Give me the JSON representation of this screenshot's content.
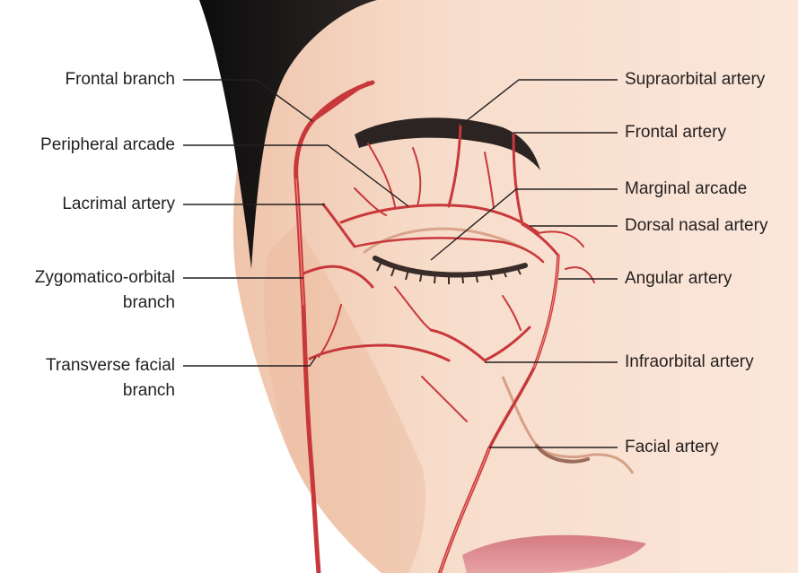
{
  "figure": {
    "left_labels": [
      {
        "id": "frontal-branch",
        "text": "Frontal branch"
      },
      {
        "id": "peripheral-arcade",
        "text": "Peripheral arcade"
      },
      {
        "id": "lacrimal-artery",
        "text": "Lacrimal artery"
      },
      {
        "id": "zygomatico-orbital-branch",
        "line1": "Zygomatico-orbital",
        "line2": "branch"
      },
      {
        "id": "transverse-facial-branch",
        "line1": "Transverse facial",
        "line2": "branch"
      }
    ],
    "right_labels": [
      {
        "id": "supraorbital-artery",
        "text": "Supraorbital artery"
      },
      {
        "id": "frontal-artery",
        "text": "Frontal artery"
      },
      {
        "id": "marginal-arcade",
        "text": "Marginal arcade"
      },
      {
        "id": "dorsal-nasal-artery",
        "text": "Dorsal nasal artery"
      },
      {
        "id": "angular-artery",
        "text": "Angular artery"
      },
      {
        "id": "infraorbital-artery",
        "text": "Infraorbital artery"
      },
      {
        "id": "facial-artery",
        "text": "Facial artery"
      }
    ],
    "colors": {
      "skin": "#f6d9c6",
      "skin_shadow": "#e8b79c",
      "hair": "#1a1a1a",
      "artery": "#c8383b",
      "artery_highlight": "#f08a7c",
      "leader_line": "#231f20",
      "lips": "#d9838a"
    }
  }
}
